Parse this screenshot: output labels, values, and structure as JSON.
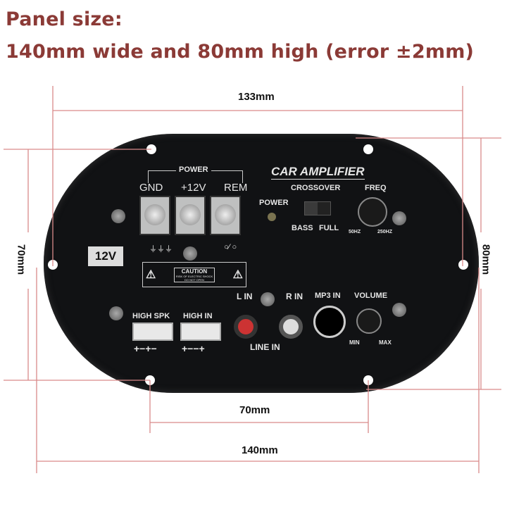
{
  "heading": {
    "line1": "Panel size:",
    "line2": "140mm wide and 80mm high (error ±2mm)"
  },
  "dimensions": {
    "hole_spacing_top": "133mm",
    "hole_spacing_vertical": "70mm",
    "panel_height": "80mm",
    "hole_spacing_bottom": "70mm",
    "panel_width": "140mm"
  },
  "colors": {
    "heading": "#8b3a36",
    "dimension_line": "#d98a8a",
    "panel": "#111214"
  },
  "panel": {
    "brand": "CAR AMPLIFIER",
    "power_group": "POWER",
    "terminals": [
      "GND",
      "+12V",
      "REM"
    ],
    "voltage_badge": "12V",
    "power_led": "POWER",
    "crossover": "CROSSOVER",
    "crossover_options": [
      "BASS",
      "FULL"
    ],
    "freq": "FREQ",
    "freq_min": "50HZ",
    "freq_max": "250HZ",
    "caution_title": "CAUTION",
    "caution_line1": "RISK OF ELECTRIC SHOCK",
    "caution_line2": "DO NOT OPEN",
    "high_spk": "HIGH SPK",
    "high_spk_polarity": "+−+−",
    "high_in": "HIGH IN",
    "high_in_polarity": "+−−+",
    "l_in": "L IN",
    "r_in": "R IN",
    "line_in": "LINE IN",
    "mp3_in": "MP3 IN",
    "volume": "VOLUME",
    "vol_min": "MIN",
    "vol_max": "MAX"
  }
}
